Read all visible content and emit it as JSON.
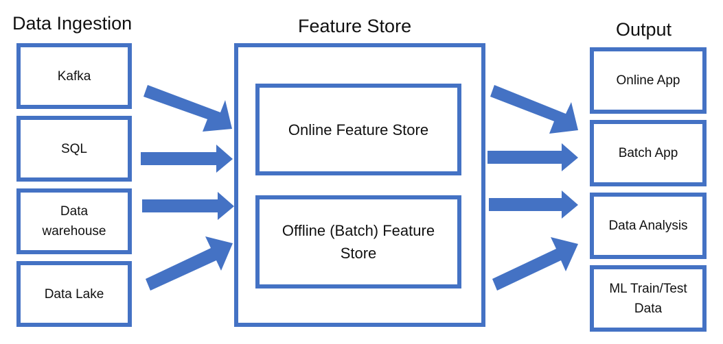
{
  "headings": {
    "ingestion": "Data Ingestion",
    "store": "Feature Store",
    "output": "Output"
  },
  "sources": [
    {
      "label": "Kafka"
    },
    {
      "label": "SQL"
    },
    {
      "label": "Data\nwarehouse"
    },
    {
      "label": "Data Lake"
    }
  ],
  "store": {
    "online": "Online Feature Store",
    "offline": "Offline (Batch) Feature\nStore"
  },
  "outputs": [
    {
      "label": "Online App"
    },
    {
      "label": "Batch App"
    },
    {
      "label": "Data Analysis"
    },
    {
      "label": "ML Train/Test\nData"
    }
  ],
  "colors": {
    "accent": "#4472C4"
  }
}
